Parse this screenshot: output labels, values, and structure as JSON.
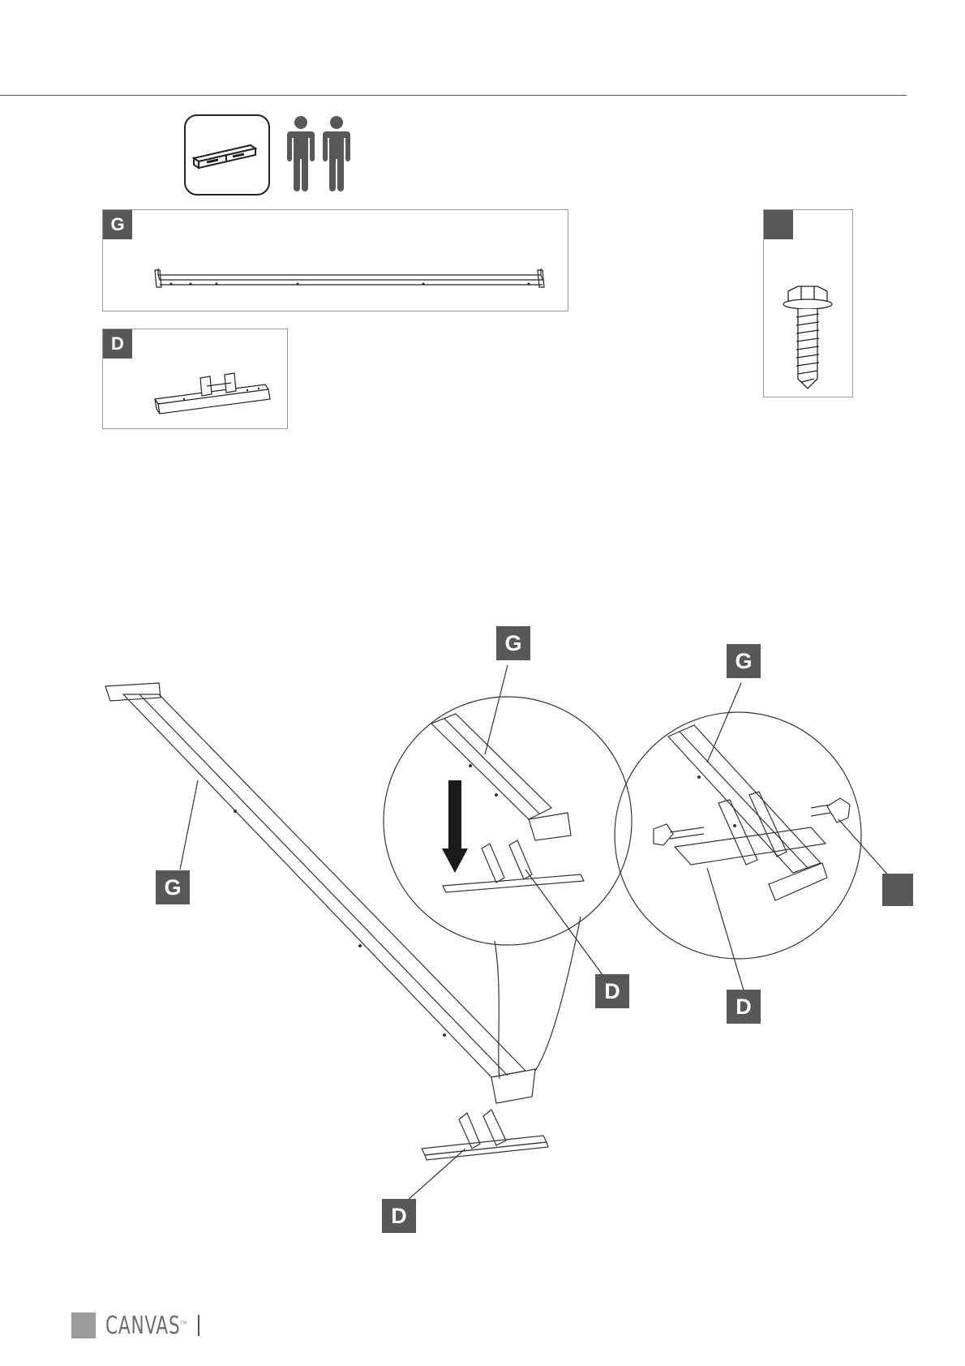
{
  "header": {
    "rule": true
  },
  "requirements": {
    "tool_icon": "spirit-level-icon",
    "people_icon": "two-people-icon",
    "people_count": 2
  },
  "parts": {
    "g": {
      "label": "G",
      "icon": "long-bar-icon"
    },
    "d": {
      "label": "D",
      "icon": "bracket-icon"
    },
    "screw": {
      "label": "",
      "icon": "hex-screw-icon"
    }
  },
  "diagram": {
    "labels": {
      "bar_g": "G",
      "bar_d": "D",
      "detail1_g": "G",
      "detail1_d": "D",
      "detail2_g": "G",
      "detail2_d": "D",
      "detail2_screw": ""
    },
    "arrow_icon": "down-arrow-icon"
  },
  "footer": {
    "brand": "CANVAS",
    "trademark": "TM",
    "accent": "#9b9b9b"
  },
  "colors": {
    "label_bg": "#58585a",
    "label_text": "#ffffff",
    "line": "#333333"
  }
}
